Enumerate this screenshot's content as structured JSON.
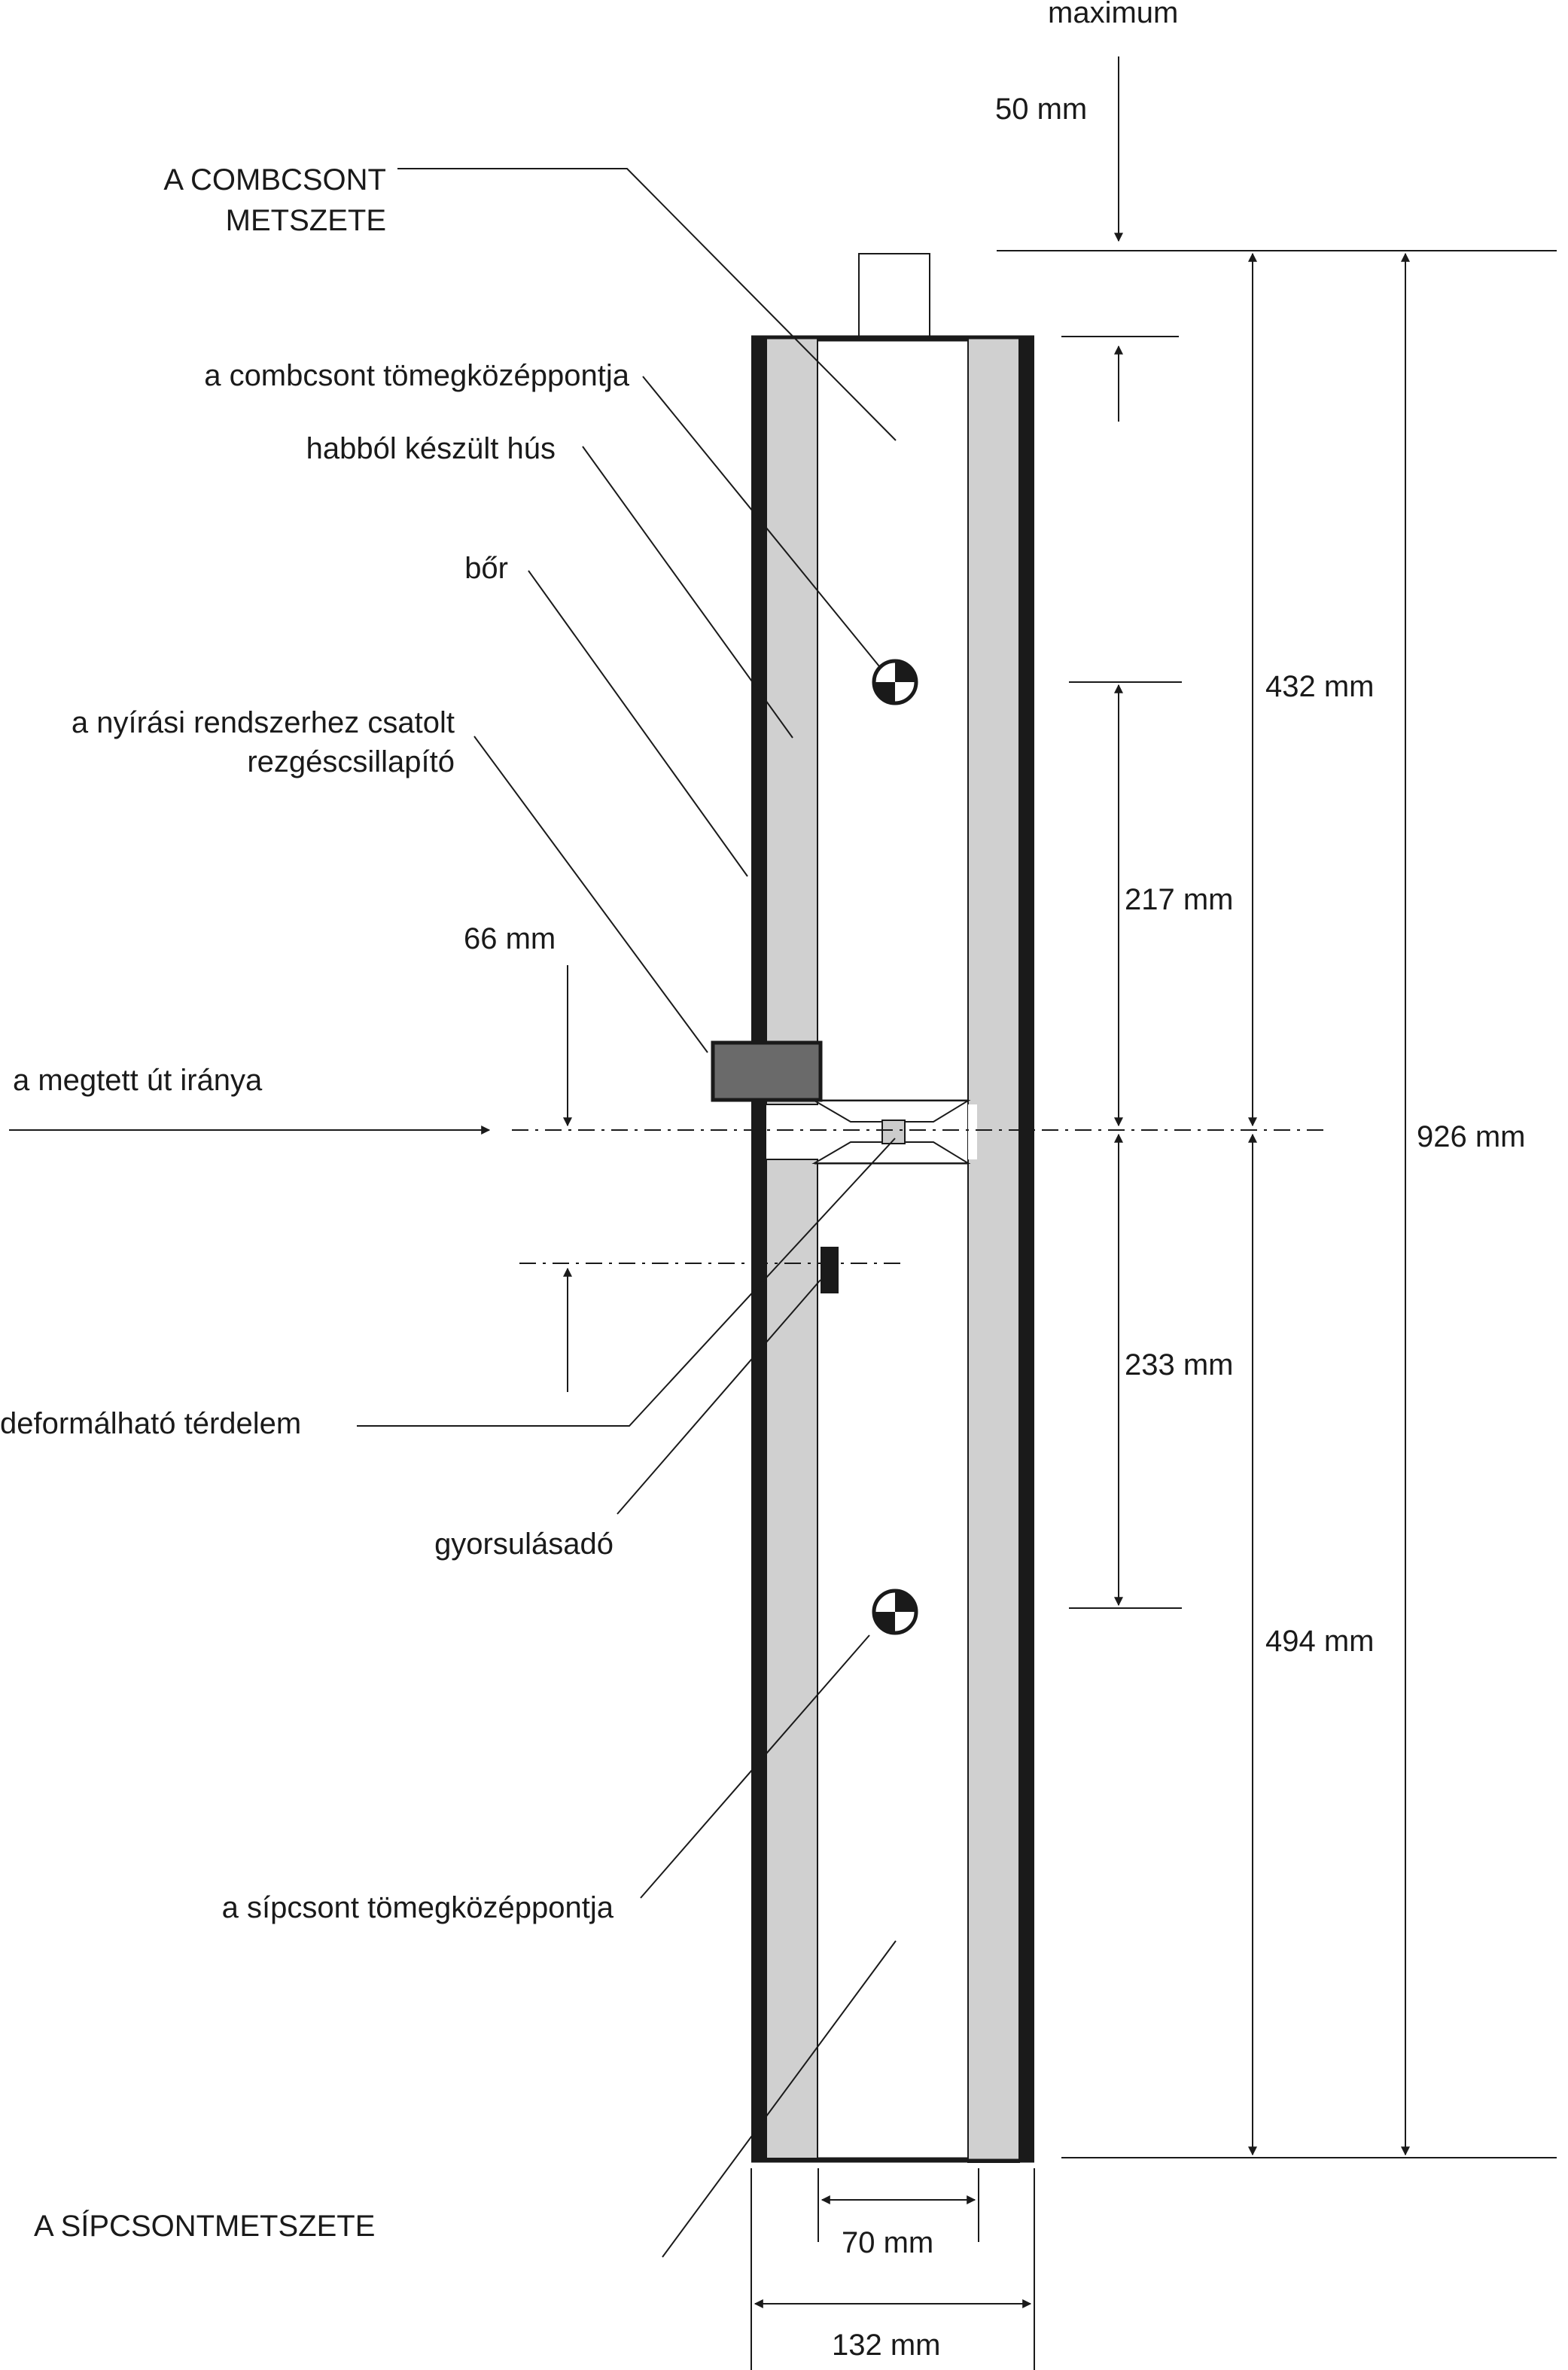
{
  "diagram": {
    "labels": {
      "maximum": "maximum",
      "max_value": "50 mm",
      "femur_section_1": "A COMBCSONT",
      "femur_section_2": "METSZETE",
      "femur_cog": "a combcsont tömegközéppontja",
      "foam_flesh": "habból készült hús",
      "skin": "bőr",
      "damper_1": "a nyírási rendszerhez csatolt",
      "damper_2": "rezgéscsillapító",
      "offset_66": "66 mm",
      "travel_direction": "a megtett út iránya",
      "knee_element": "deformálható térdelem",
      "accelerometer": "gyorsulásadó",
      "tibia_cog": "a sípcsont tömegközéppontja",
      "tibia_section": "A SÍPCSONTMETSZETE"
    },
    "dimensions": {
      "d432": "432 mm",
      "d217": "217 mm",
      "d926": "926 mm",
      "d233": "233 mm",
      "d494": "494 mm",
      "d70": "70 mm",
      "d132": "132 mm"
    },
    "colors": {
      "line": "#1a1a1a",
      "flesh": "#d0d0d0",
      "damper": "#6a6a6a"
    }
  }
}
